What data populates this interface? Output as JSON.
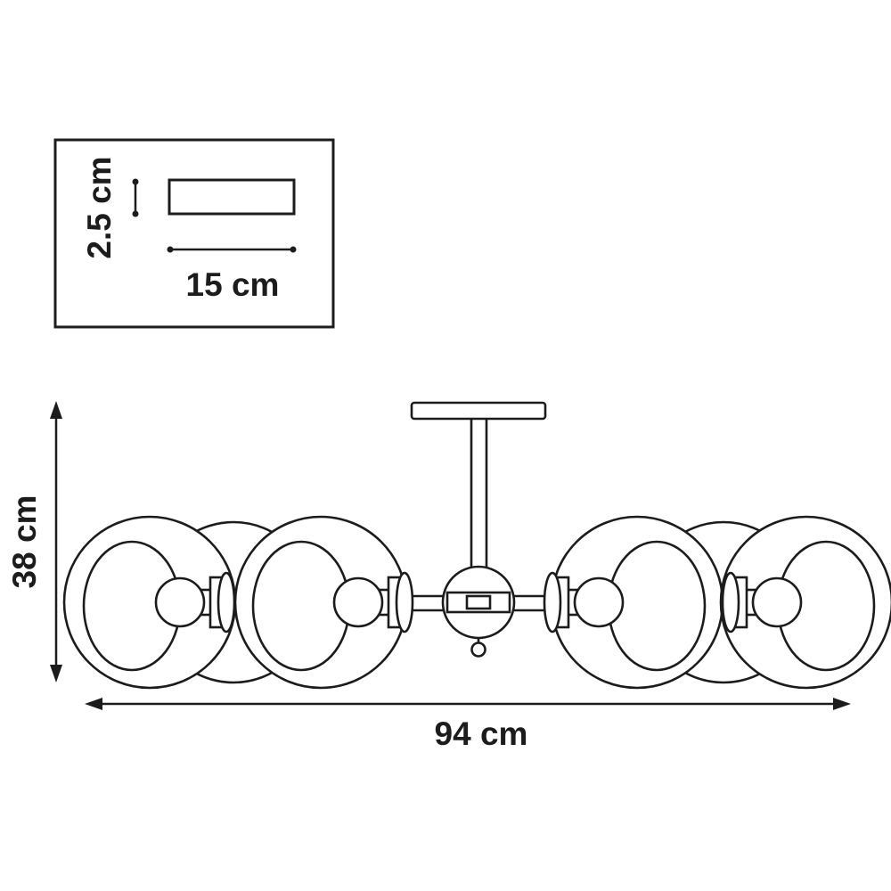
{
  "diagram": {
    "title": "ceiling-chandelier-dimension-drawing",
    "inset": {
      "height_label": "2.5 cm",
      "width_label": "15 cm"
    },
    "dimensions": {
      "height_label": "38 cm",
      "width_label": "94 cm"
    },
    "colors": {
      "line": "#1c1c1c",
      "background": "#ffffff"
    }
  }
}
